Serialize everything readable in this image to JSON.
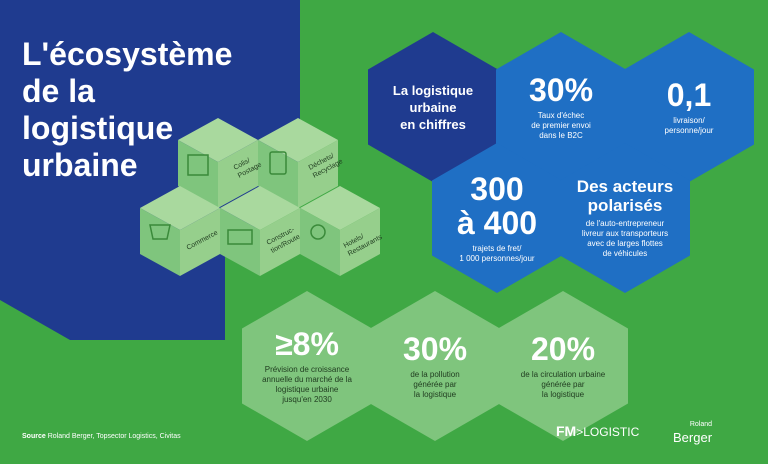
{
  "title": {
    "line1": "L'écosystème",
    "line2": "de la",
    "line3": "logistique",
    "line4": "urbaine"
  },
  "stats": {
    "intro": {
      "l1": "La logistique",
      "l2": "urbaine",
      "l3": "en chiffres"
    },
    "s1": {
      "value": "30%",
      "d1": "Taux d'échec",
      "d2": "de premier envoi",
      "d3": "dans le B2C"
    },
    "s2": {
      "value": "0,1",
      "d1": "livraison/",
      "d2": "personne/jour"
    },
    "s3": {
      "v1": "300",
      "v2": "à 400",
      "d1": "trajets de fret/",
      "d2": "1 000 personnes/jour"
    },
    "s4": {
      "v1": "Des acteurs",
      "v2": "polarisés",
      "d1": "de l'auto-entrepreneur",
      "d2": "livreur aux transporteurs",
      "d3": "avec de larges flottes",
      "d4": "de véhicules"
    },
    "s5": {
      "value": "≥8%",
      "d1": "Prévision de croissance",
      "d2": "annuelle du marché de la",
      "d3": "logistique urbaine",
      "d4": "jusqu'en 2030"
    },
    "s6": {
      "value": "30%",
      "d1": "de la pollution",
      "d2": "générée par",
      "d3": "la logistique"
    },
    "s7": {
      "value": "20%",
      "d1": "de la circulation urbaine",
      "d2": "générée par",
      "d3": "la logistique"
    }
  },
  "cubes": {
    "c1": {
      "l1": "Colis/",
      "l2": "Postage"
    },
    "c2": {
      "l1": "Déchets/",
      "l2": "Recyclage"
    },
    "c3": {
      "l1": "Commerce"
    },
    "c4": {
      "l1": "Construc-",
      "l2": "tion/Route"
    },
    "c5": {
      "l1": "Hotels/",
      "l2": "Restaurants"
    }
  },
  "source": {
    "label": "Source",
    "text": "Roland Berger, Topsector Logistics, Civitas"
  },
  "logos": {
    "fm": "FM",
    "fm_rest": ">LOGISTIC",
    "rb_small": "Roland",
    "rb_big": "Berger"
  },
  "colors": {
    "green": "#3fa844",
    "navy": "#1f3b8f",
    "blue": "#1f6fc4",
    "light_green": "#7fc57d"
  }
}
